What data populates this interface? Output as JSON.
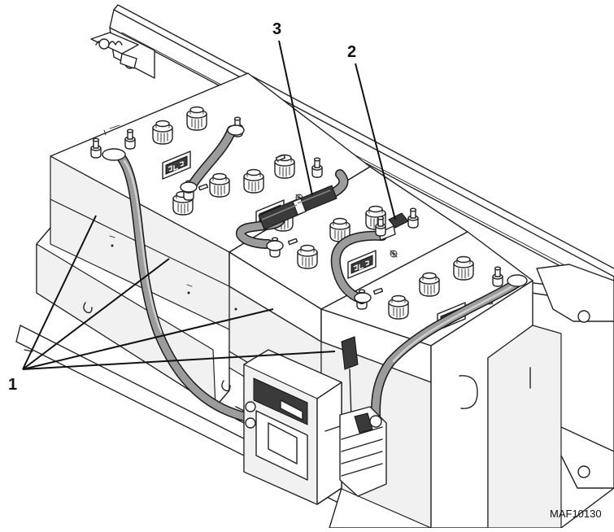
{
  "callouts": {
    "one": "1",
    "two": "2",
    "three": "3"
  },
  "figure_id": "MAF10130",
  "icons": {
    "battery": "battery-icon",
    "jlg_logo": "jlg-logo-icon",
    "fuse": "fuse-icon",
    "terminal": "battery-terminal-icon",
    "charger": "charger-icon",
    "connector": "connector-icon"
  }
}
